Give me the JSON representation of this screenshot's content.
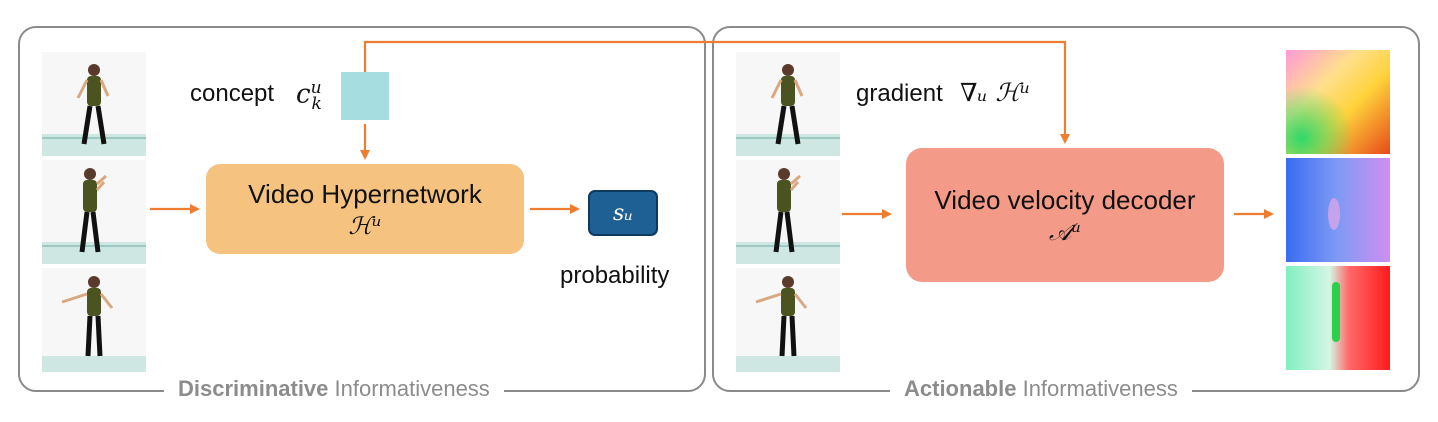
{
  "left_panel": {
    "caption_bold": "Discriminative",
    "caption_rest": " Informativeness"
  },
  "right_panel": {
    "caption_bold": "Actionable",
    "caption_rest": " Informativeness"
  },
  "concept": {
    "label": "concept",
    "symbol": "c",
    "sup": "u",
    "sub": "k"
  },
  "hypernetwork": {
    "label": "Video Hypernetwork",
    "symbol": "ℋᵘ"
  },
  "probability": {
    "symbol": "sᵤ",
    "label": "probability"
  },
  "gradient": {
    "label": "gradient",
    "symbol": "∇ᵤ ℋᵘ"
  },
  "decoder": {
    "label": "Video velocity decoder",
    "symbol": "𝒜ᵘ"
  },
  "colors": {
    "arrow": "#ed7d31",
    "hyper_box": "#f5c27f",
    "decoder_box": "#f49a88",
    "concept_square": "#a6dde1",
    "prob_box": "#1e5f94"
  }
}
